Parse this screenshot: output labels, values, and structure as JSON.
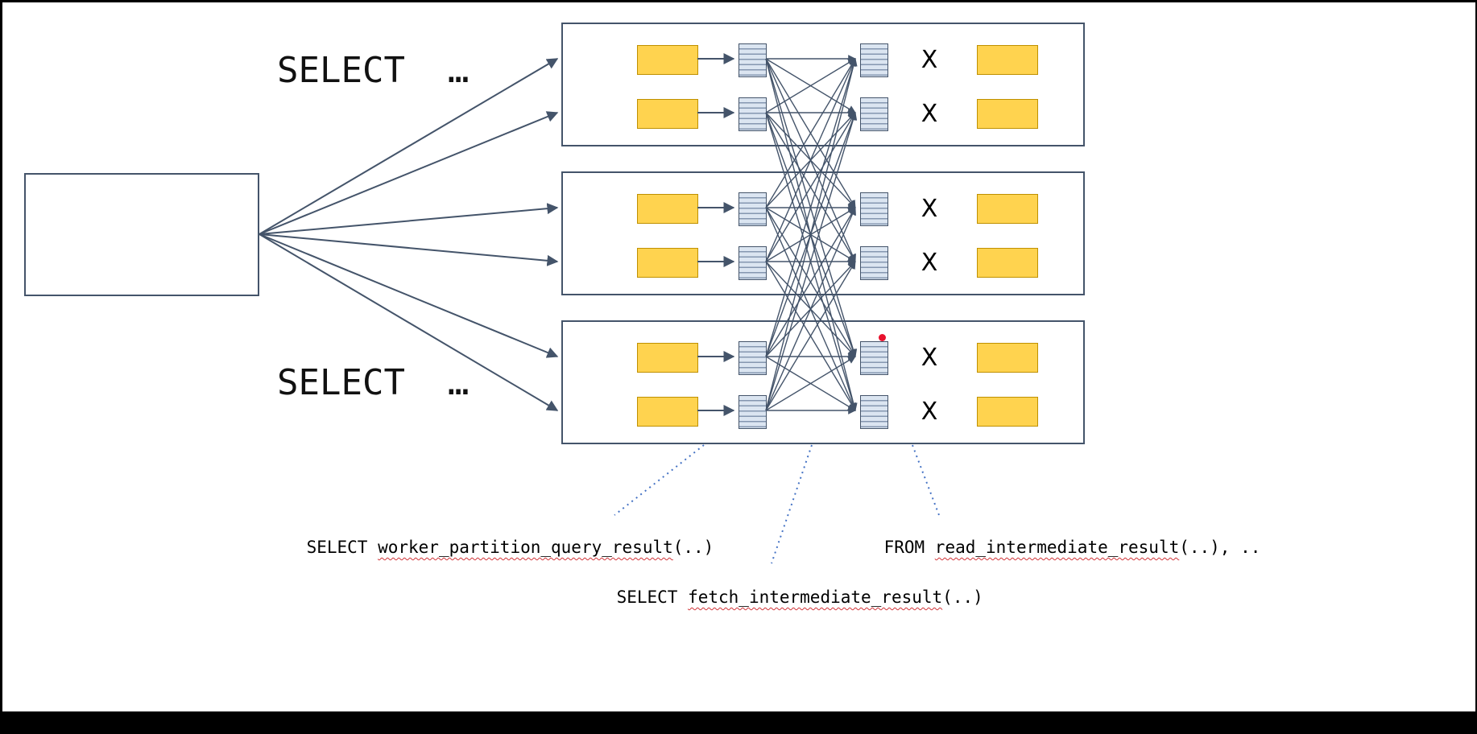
{
  "slide": {
    "coordinator_label": "",
    "select_top": "SELECT  …",
    "select_bottom": "SELECT  …",
    "x_label": "X",
    "annotations": {
      "partition": {
        "prefix": "SELECT ",
        "func": "worker_partition_query_result",
        "suffix": "(..)"
      },
      "read": {
        "prefix": "FROM ",
        "func": "read_intermediate_result",
        "suffix": "(..), .."
      },
      "fetch": {
        "prefix": "SELECT ",
        "func": "fetch_intermediate_result",
        "suffix": "(..)"
      }
    },
    "icons": {
      "source_icon": "partitioned-result-stack-icon",
      "dest_icon": "fetched-intermediate-result-stack-icon",
      "dot": "red-laser-dot"
    },
    "colors": {
      "diagram_stroke": "#44546a",
      "shard_fill": "#ffd34f",
      "partition_icon_fill": "#dbe5f1",
      "callout_blue": "#4472c4",
      "squiggle_red": "#d13438",
      "laser_dot_red": "#e8112d"
    }
  }
}
